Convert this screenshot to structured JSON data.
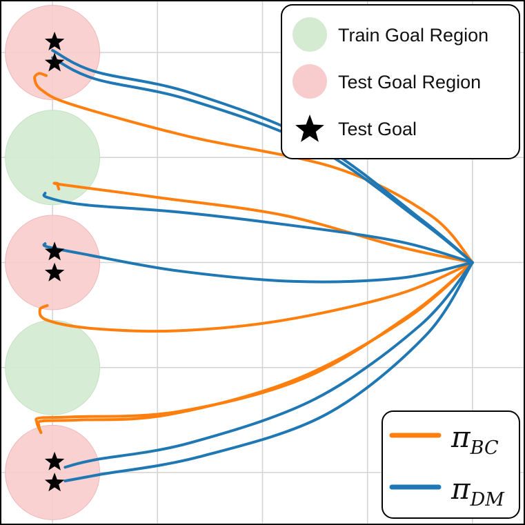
{
  "colors": {
    "bc": "#ff7f0e",
    "dm": "#1f77b4",
    "train_region": "#d4ebd2",
    "test_region": "#f8cccc",
    "grid": "#d2d2d2",
    "star": "#000000"
  },
  "chart_data": {
    "type": "line",
    "title": "",
    "xlabel": "",
    "ylabel": "",
    "xlim": [
      -0.5,
      4.5
    ],
    "ylim": [
      -4.5,
      0.5
    ],
    "grid": true,
    "regions": [
      {
        "kind": "train",
        "cx": 0,
        "cy": -1,
        "r": 0.45
      },
      {
        "kind": "train",
        "cx": 0,
        "cy": -3,
        "r": 0.45
      },
      {
        "kind": "test",
        "cx": 0,
        "cy": 0,
        "r": 0.45
      },
      {
        "kind": "test",
        "cx": 0,
        "cy": -2,
        "r": 0.45
      },
      {
        "kind": "test",
        "cx": 0,
        "cy": -4,
        "r": 0.45
      }
    ],
    "test_goals": [
      {
        "x": 0.02,
        "y": 0.1
      },
      {
        "x": 0.02,
        "y": -0.1
      },
      {
        "x": 0.02,
        "y": -1.9
      },
      {
        "x": 0.02,
        "y": -2.1
      },
      {
        "x": 0.02,
        "y": -3.9
      },
      {
        "x": 0.02,
        "y": -4.1
      }
    ],
    "series": [
      {
        "name": "bc",
        "label_main": "π",
        "label_sub": "BC",
        "trajectories": [
          [
            [
              4,
              -2
            ],
            [
              3.6,
              -1.55
            ],
            [
              2.7,
              -1.1
            ],
            [
              1.3,
              -0.8
            ],
            [
              0.2,
              -0.5
            ],
            [
              -0.1,
              -0.36
            ],
            [
              -0.17,
              -0.25
            ],
            [
              -0.13,
              -0.2
            ],
            [
              -0.06,
              -0.22
            ]
          ],
          [
            [
              4,
              -2
            ],
            [
              3.3,
              -1.85
            ],
            [
              2.2,
              -1.55
            ],
            [
              1.0,
              -1.38
            ],
            [
              0.1,
              -1.26
            ],
            [
              0.05,
              -1.25
            ],
            [
              0.06,
              -1.3
            ]
          ],
          [
            [
              4,
              -2
            ],
            [
              3.3,
              -2.3
            ],
            [
              2.2,
              -2.55
            ],
            [
              1.2,
              -2.65
            ],
            [
              0.4,
              -2.63
            ],
            [
              -0.05,
              -2.55
            ],
            [
              -0.12,
              -2.45
            ],
            [
              -0.05,
              -2.41
            ]
          ],
          [
            [
              4,
              -2
            ],
            [
              3.4,
              -2.5
            ],
            [
              2.4,
              -3.1
            ],
            [
              1.2,
              -3.42
            ],
            [
              0.2,
              -3.47
            ],
            [
              -0.12,
              -3.48
            ],
            [
              -0.15,
              -3.52
            ],
            [
              -0.12,
              -3.6
            ]
          ],
          [
            [
              4,
              -2
            ],
            [
              3.35,
              -2.55
            ],
            [
              2.3,
              -3.12
            ],
            [
              1.1,
              -3.45
            ],
            [
              0.25,
              -3.5
            ],
            [
              -0.1,
              -3.51
            ],
            [
              -0.13,
              -3.55
            ],
            [
              -0.11,
              -3.62
            ]
          ]
        ]
      },
      {
        "name": "dm",
        "label_main": "π",
        "label_sub": "DM",
        "trajectories": [
          [
            [
              4,
              -2
            ],
            [
              3.5,
              -1.6
            ],
            [
              2.5,
              -0.9
            ],
            [
              1.3,
              -0.45
            ],
            [
              0.4,
              -0.25
            ],
            [
              0.0,
              -0.05
            ]
          ],
          [
            [
              4,
              -2
            ],
            [
              3.5,
              -1.58
            ],
            [
              2.5,
              -0.85
            ],
            [
              1.3,
              -0.38
            ],
            [
              0.4,
              -0.18
            ],
            [
              0.0,
              0.02
            ]
          ],
          [
            [
              4,
              -2
            ],
            [
              3.3,
              -1.8
            ],
            [
              2.3,
              -1.65
            ],
            [
              1.2,
              -1.52
            ],
            [
              0.3,
              -1.45
            ],
            [
              -0.05,
              -1.38
            ],
            [
              -0.07,
              -1.34
            ]
          ],
          [
            [
              4,
              -2
            ],
            [
              3.3,
              -2.15
            ],
            [
              2.3,
              -2.18
            ],
            [
              1.2,
              -2.08
            ],
            [
              0.3,
              -1.92
            ],
            [
              -0.05,
              -1.85
            ],
            [
              -0.07,
              -1.82
            ]
          ],
          [
            [
              4,
              -2
            ],
            [
              3.5,
              -2.6
            ],
            [
              2.5,
              -3.3
            ],
            [
              1.3,
              -3.72
            ],
            [
              0.4,
              -3.88
            ],
            [
              0.12,
              -3.95
            ]
          ],
          [
            [
              4,
              -2
            ],
            [
              3.55,
              -2.7
            ],
            [
              2.6,
              -3.45
            ],
            [
              1.4,
              -3.85
            ],
            [
              0.45,
              -4.02
            ],
            [
              0.12,
              -4.08
            ]
          ]
        ]
      }
    ],
    "legends": [
      {
        "placement": "top-right",
        "entries": [
          {
            "marker": "train-circle",
            "text": "Train Goal Region"
          },
          {
            "marker": "test-circle",
            "text": "Test Goal Region"
          },
          {
            "marker": "star",
            "text": "Test Goal"
          }
        ]
      },
      {
        "placement": "bottom-right",
        "entries": [
          {
            "marker": "bc-line",
            "main": "π",
            "sub": "BC"
          },
          {
            "marker": "dm-line",
            "main": "π",
            "sub": "DM"
          }
        ]
      }
    ]
  }
}
